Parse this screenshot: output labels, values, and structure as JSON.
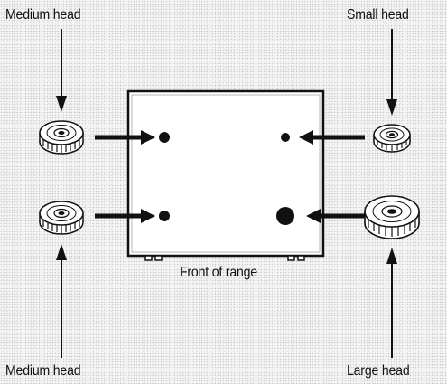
{
  "labels": {
    "top_left": "Medium head",
    "top_right": "Small head",
    "bottom_left": "Medium head",
    "bottom_right": "Large head",
    "front": "Front of range"
  },
  "colors": {
    "ink": "#111111",
    "cooktop_fill": "#ffffff",
    "background": "#f4f4f4"
  },
  "icons": {
    "burner_head": "burner-head-icon",
    "arrow": "arrow-icon"
  }
}
